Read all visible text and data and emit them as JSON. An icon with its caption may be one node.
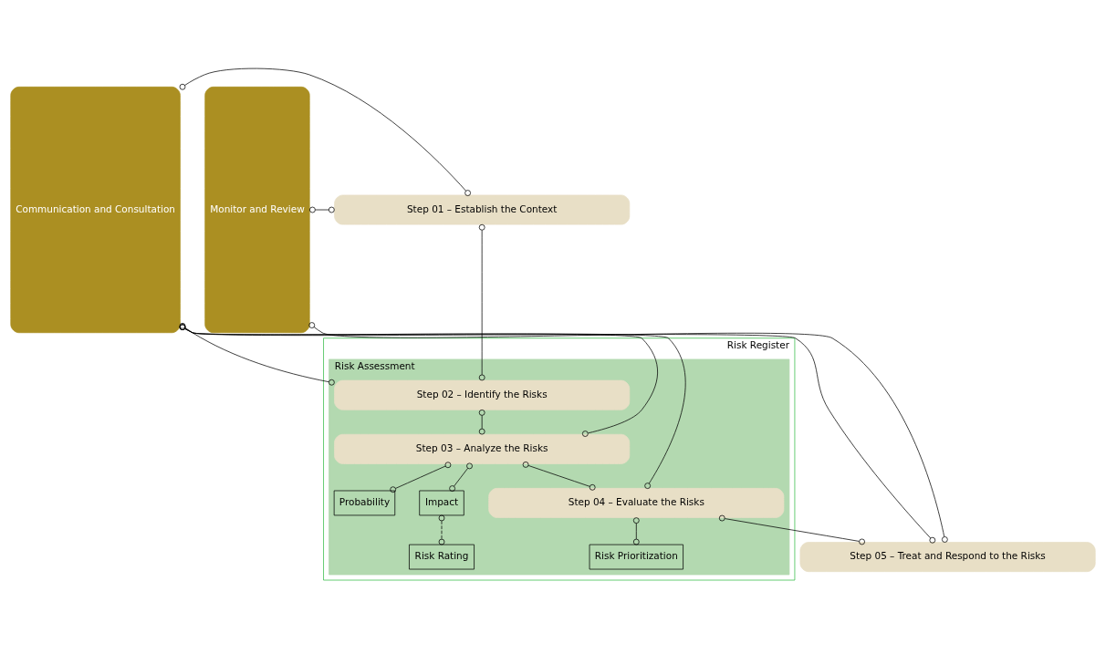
{
  "diagram": {
    "nodes": [
      {
        "text": [
          "Communication and Consultation"
        ]
      },
      {
        "text": [
          "Monitor and Review"
        ]
      },
      {
        "text": [
          "Step 01 – Establish the Context"
        ]
      },
      {
        "text": [
          "Risk Register"
        ]
      },
      {
        "text": [
          "Risk Assessment"
        ],
        "in": 3
      },
      {
        "text": [
          "Step 02 – Identify the Risks"
        ],
        "in": 4
      },
      {
        "text": [
          "Step 03 – Analyze the Risks"
        ],
        "in": 4
      },
      {
        "text": [
          "Probability"
        ],
        "in": 4
      },
      {
        "text": [
          "Impact"
        ],
        "in": 4
      },
      {
        "text": [
          "Risk Rating"
        ],
        "in": 4
      },
      {
        "text": [
          "Step 04 – Evaluate the Risks"
        ],
        "in": 4
      },
      {
        "text": [
          "Risk Prioritization"
        ],
        "in": 4
      },
      {
        "text": [
          "Step 05 – Treat and Respond to the Risks"
        ]
      }
    ],
    "edges": [
      {
        "from": 0,
        "to": 2,
        "arrow": "other"
      },
      {
        "from": 2,
        "to": 1,
        "arrow": "other"
      },
      {
        "from": 2,
        "to": 5,
        "arrow": "other"
      },
      {
        "from": 0,
        "to": 5,
        "arrow": "other"
      },
      {
        "from": 5,
        "to": 6,
        "arrow": "other"
      },
      {
        "from": 0,
        "to": 6,
        "arrow": "other"
      },
      {
        "from": 6,
        "to": 7,
        "arrow": "other"
      },
      {
        "from": 6,
        "to": 8,
        "arrow": "other"
      },
      {
        "from": 8,
        "to": 9,
        "arrow": "other",
        "style": "dashed"
      },
      {
        "from": 6,
        "to": 10,
        "arrow": "other"
      },
      {
        "from": 0,
        "to": 10,
        "arrow": "other"
      },
      {
        "from": 10,
        "to": 11,
        "arrow": "other"
      },
      {
        "from": 10,
        "to": 12,
        "arrow": "other"
      },
      {
        "from": 0,
        "to": 12,
        "arrow": "other"
      },
      {
        "from": 12,
        "to": 1,
        "arrow": "other"
      }
    ]
  }
}
